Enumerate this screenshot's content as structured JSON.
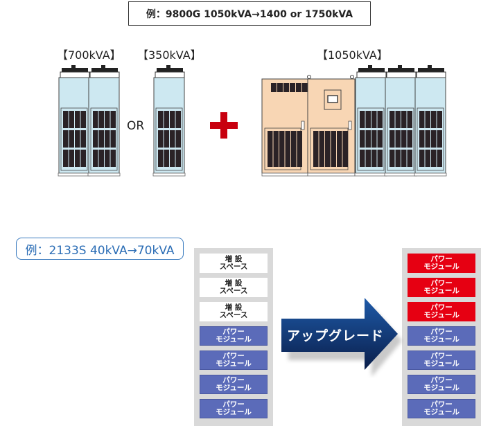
{
  "example1": {
    "label": "例：9800G 1050kVA→1400 or 1750kVA"
  },
  "top": {
    "options": [
      {
        "label": "【700kVA】"
      },
      {
        "label": "【350kVA】"
      }
    ],
    "or_label": "OR",
    "base_label": "【1050kVA】"
  },
  "example2": {
    "label": "例：2133S 40kVA→70kVA"
  },
  "arrow": {
    "label": "アップグレード"
  },
  "before_rack": {
    "slots": [
      {
        "type": "space",
        "line1": "増 設",
        "line2": "スペース"
      },
      {
        "type": "space",
        "line1": "増 設",
        "line2": "スペース"
      },
      {
        "type": "space",
        "line1": "増 設",
        "line2": "スペース"
      },
      {
        "type": "pm",
        "line1": "パワー",
        "line2": "モジュール"
      },
      {
        "type": "pm",
        "line1": "パワー",
        "line2": "モジュール"
      },
      {
        "type": "pm",
        "line1": "パワー",
        "line2": "モジュール"
      },
      {
        "type": "pm",
        "line1": "パワー",
        "line2": "モジュール"
      }
    ]
  },
  "after_rack": {
    "slots": [
      {
        "type": "pmnew",
        "line1": "パワー",
        "line2": "モジュール"
      },
      {
        "type": "pmnew",
        "line1": "パワー",
        "line2": "モジュール"
      },
      {
        "type": "pmnew",
        "line1": "パワー",
        "line2": "モジュール"
      },
      {
        "type": "pm",
        "line1": "パワー",
        "line2": "モジュール"
      },
      {
        "type": "pm",
        "line1": "パワー",
        "line2": "モジュール"
      },
      {
        "type": "pm",
        "line1": "パワー",
        "line2": "モジュール"
      },
      {
        "type": "pm",
        "line1": "パワー",
        "line2": "モジュール"
      }
    ]
  },
  "colors": {
    "new_module": "#e60012",
    "existing_module": "#5b6bb9",
    "space": "#ffffff",
    "rack": "#d9d9d9",
    "ups_blue": "#c9e6f0",
    "ups_beige": "#f8d6b4"
  }
}
